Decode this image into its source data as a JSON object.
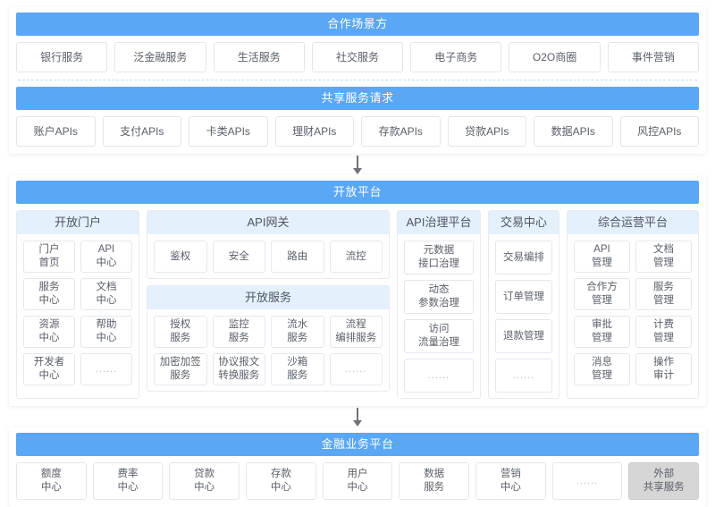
{
  "top_panel": {
    "partners": {
      "title": "合作场景方",
      "items": [
        "银行服务",
        "泛金融服务",
        "生活服务",
        "社交服务",
        "电子商务",
        "O2O商圈",
        "事件营销"
      ]
    },
    "shared_requests": {
      "title": "共享服务请求",
      "items": [
        "账户APIs",
        "支付APIs",
        "卡类APIs",
        "理财APIs",
        "存款APIs",
        "贷款APIs",
        "数据APIs",
        "风控APIs"
      ]
    }
  },
  "arrow_top": {
    "icon": "down-arrow-icon"
  },
  "open_platform": {
    "title": "开放平台",
    "columns": [
      {
        "name": "open-portal",
        "title": "开放门户",
        "items": [
          "门户\n首页",
          "API\n中心",
          "服务\n中心",
          "文档\n中心",
          "资源\n中心",
          "帮助\n中心",
          "开发者\n中心",
          "......"
        ]
      },
      {
        "name": "api-gateway",
        "title": "API网关",
        "items": [
          "鉴权",
          "安全",
          "路由",
          "流控"
        ],
        "sub": {
          "name": "open-service",
          "title": "开放服务",
          "items": [
            "授权\n服务",
            "监控\n服务",
            "流水\n服务",
            "流程\n编排服务",
            "加密加签\n服务",
            "协议报文\n转换服务",
            "沙箱\n服务",
            "......"
          ]
        }
      },
      {
        "name": "api-governance",
        "title": "API治理平台",
        "items": [
          "元数据\n接口治理",
          "动态\n参数治理",
          "访问\n流量治理",
          "......"
        ]
      },
      {
        "name": "trade-center",
        "title": "交易中心",
        "items": [
          "交易编排",
          "订单管理",
          "退款管理",
          "......"
        ]
      },
      {
        "name": "operation-platform",
        "title": "综合运营平台",
        "items": [
          "API\n管理",
          "文档\n管理",
          "合作方\n管理",
          "服务\n管理",
          "审批\n管理",
          "计费\n管理",
          "消息\n管理",
          "操作\n审计"
        ]
      }
    ]
  },
  "arrow_bottom": {
    "icon": "down-arrow-icon"
  },
  "finance_platform": {
    "title": "金融业务平台",
    "items": [
      {
        "label": "额度\n中心",
        "highlight": false
      },
      {
        "label": "费率\n中心",
        "highlight": false
      },
      {
        "label": "贷款\n中心",
        "highlight": false
      },
      {
        "label": "存款\n中心",
        "highlight": false
      },
      {
        "label": "用户\n中心",
        "highlight": false
      },
      {
        "label": "数据\n服务",
        "highlight": false
      },
      {
        "label": "营销\n中心",
        "highlight": false
      },
      {
        "label": "......",
        "highlight": false
      },
      {
        "label": "外部\n共享服务",
        "highlight": true
      }
    ]
  },
  "colors": {
    "header_blue": "#5AA7F5",
    "subheader_blue": "#E4F0FC",
    "cell_border": "#E4E8EE",
    "external_gray": "#D6D6D6",
    "text": "#5A6069"
  }
}
